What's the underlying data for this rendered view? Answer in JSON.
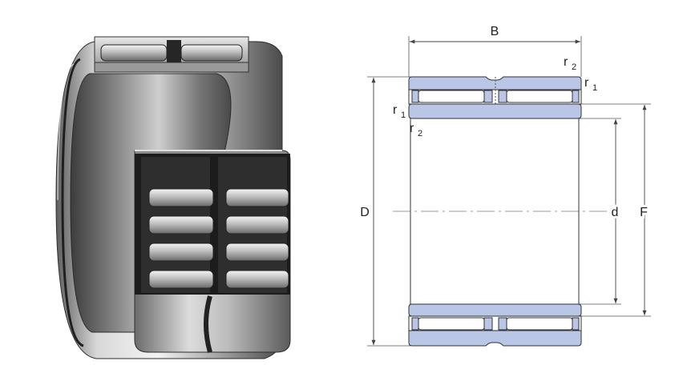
{
  "drawing": {
    "labels": {
      "B": "B",
      "D": "D",
      "d": "d",
      "F": "F",
      "r1_top_right": {
        "base": "r",
        "sub": "1"
      },
      "r2_top_right": {
        "base": "r",
        "sub": "2"
      },
      "r1_left": {
        "base": "r",
        "sub": "1"
      },
      "r2_left": {
        "base": "r",
        "sub": "2"
      }
    },
    "colors": {
      "section_fill": "#b9c6e6",
      "outline": "#333333",
      "dimension_line": "#444444",
      "centerline": "#777777"
    }
  },
  "render": {
    "steel_light": "#e6e6e6",
    "steel_mid": "#a7a7a7",
    "steel_dark": "#3a3a3a",
    "cage_black": "#1a1a1a"
  }
}
